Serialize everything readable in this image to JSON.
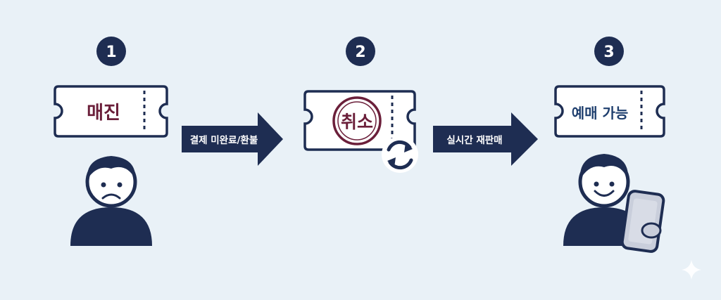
{
  "steps": [
    {
      "number": "1",
      "ticket_text": "매진"
    },
    {
      "number": "2",
      "ticket_text": "취소"
    },
    {
      "number": "3",
      "ticket_text": "예매 가능"
    }
  ],
  "arrows": [
    {
      "label": "결제 미완료/환불"
    },
    {
      "label": "실시간 재판매"
    }
  ],
  "colors": {
    "navy": "#1e2d52",
    "maroon": "#6b1f3a",
    "blue_text": "#1f3f6e",
    "background": "#e9f1f7",
    "phone": "#c9cedb"
  }
}
